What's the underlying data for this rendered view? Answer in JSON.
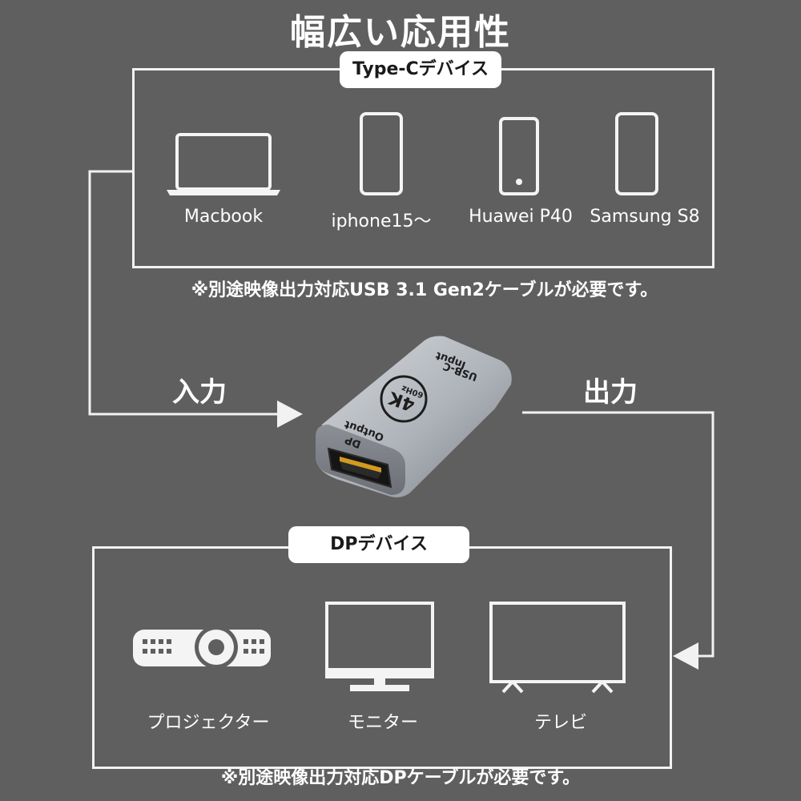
{
  "title": "幅広い応用性",
  "typec": {
    "label": "Type-Cデバイス",
    "devices": [
      {
        "name": "Macbook",
        "icon": "laptop-icon"
      },
      {
        "name": "iphone15～",
        "icon": "phone-icon"
      },
      {
        "name": "Huawei P40",
        "icon": "phone-icon"
      },
      {
        "name": "Samsung S8",
        "icon": "phone-icon"
      }
    ],
    "note": "※別途映像出力対応USB 3.1 Gen2ケーブルが必要です。"
  },
  "input_label": "入力",
  "output_label": "出力",
  "adapter": {
    "top_line1": "USB-C",
    "top_line2": "Input",
    "badge_main": "4K",
    "badge_sub": "60Hz",
    "side_line1": "DP",
    "side_line2": "Output"
  },
  "dp": {
    "label": "DPデバイス",
    "devices": [
      {
        "name": "プロジェクター",
        "icon": "projector-icon"
      },
      {
        "name": "モニター",
        "icon": "monitor-icon"
      },
      {
        "name": "テレビ",
        "icon": "tv-icon"
      }
    ],
    "note": "※別途映像出力対応DPケーブルが必要です。"
  },
  "colors": {
    "background": "#5f5f5f",
    "line": "#f2f2f2",
    "adapter": "#b8bcc2"
  }
}
